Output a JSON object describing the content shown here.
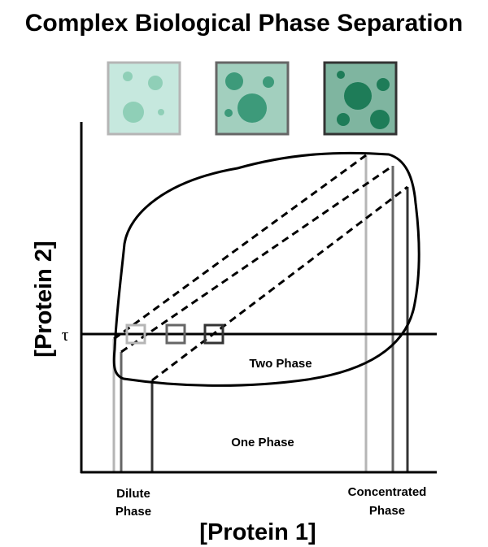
{
  "title": "Complex Biological Phase Separation",
  "axes": {
    "x_label": "[Protein 1]",
    "y_label": "[Protein 2]",
    "tau_label": "τ"
  },
  "regions": {
    "two_phase": "Two Phase",
    "one_phase": "One Phase"
  },
  "phase_labels": {
    "dilute_line1": "Dilute",
    "dilute_line2": "Phase",
    "concentrated_line1": "Concentrated",
    "concentrated_line2": "Phase"
  },
  "colors": {
    "light_gray": "#b5b5b5",
    "mid_gray": "#777777",
    "dark_gray": "#444444",
    "panel_light": "#c6e8de",
    "panel_mid": "#8dc1ae",
    "panel_dark": "#6aa88f",
    "droplet_light": "#8fcfb7",
    "droplet_mid": "#3d9a7a",
    "droplet_dark": "#1e7c58"
  }
}
